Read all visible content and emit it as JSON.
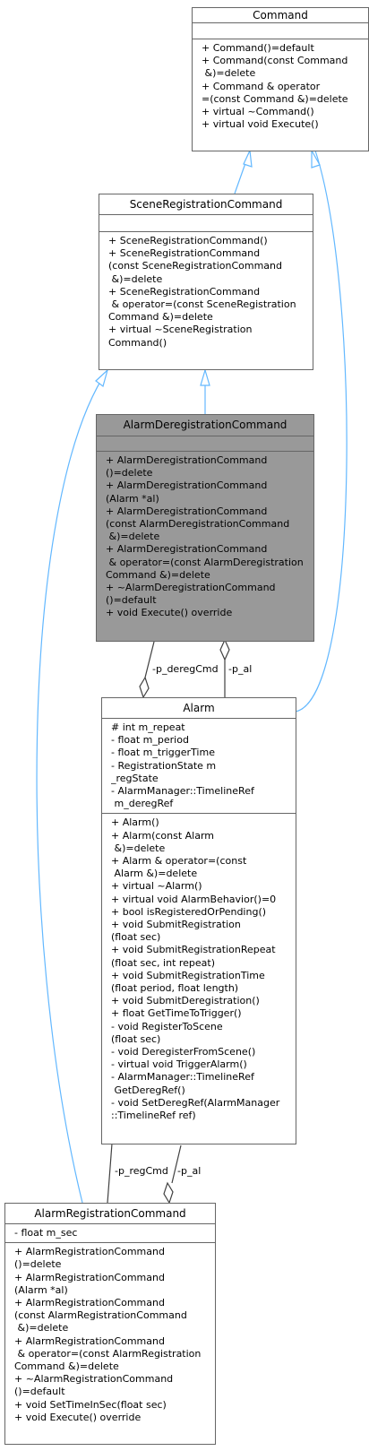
{
  "colors": {
    "box_border": "#666666",
    "box_bg": "#ffffff",
    "focus_bg": "#999999",
    "inheritance_edge": "#63b8ff",
    "association_edge": "#404040"
  },
  "classes": {
    "command": {
      "name": "Command",
      "attributes": [],
      "operations": [
        "+ Command()=default",
        "+ Command(const Command",
        " &)=delete",
        "+ Command & operator",
        "=(const Command &)=delete",
        "+ virtual ~Command()",
        "+ virtual void Execute()"
      ]
    },
    "scene_registration_command": {
      "name": "SceneRegistrationCommand",
      "attributes": [],
      "operations": [
        "+ SceneRegistrationCommand()",
        "+ SceneRegistrationCommand",
        "(const SceneRegistrationCommand",
        " &)=delete",
        "+ SceneRegistrationCommand",
        " & operator=(const SceneRegistration",
        "Command &)=delete",
        "+ virtual ~SceneRegistration",
        "Command()"
      ]
    },
    "alarm_deregistration_command": {
      "name": "AlarmDeregistrationCommand",
      "attributes": [],
      "operations": [
        "+ AlarmDeregistrationCommand",
        "()=delete",
        "+ AlarmDeregistrationCommand",
        "(Alarm *al)",
        "+ AlarmDeregistrationCommand",
        "(const AlarmDeregistrationCommand",
        " &)=delete",
        "+ AlarmDeregistrationCommand",
        " & operator=(const AlarmDeregistration",
        "Command &)=delete",
        "+ ~AlarmDeregistrationCommand",
        "()=default",
        "+ void Execute() override"
      ]
    },
    "alarm": {
      "name": "Alarm",
      "attributes": [
        "# int m_repeat",
        "- float m_period",
        "- float m_triggerTime",
        "- RegistrationState m",
        "_regState",
        "- AlarmManager::TimelineRef",
        " m_deregRef"
      ],
      "operations": [
        "+ Alarm()",
        "+ Alarm(const Alarm",
        " &)=delete",
        "+ Alarm & operator=(const",
        " Alarm &)=delete",
        "+ virtual ~Alarm()",
        "+ virtual void AlarmBehavior()=0",
        "+ bool isRegisteredOrPending()",
        "+ void SubmitRegistration",
        "(float sec)",
        "+ void SubmitRegistrationRepeat",
        "(float sec, int repeat)",
        "+ void SubmitRegistrationTime",
        "(float period, float length)",
        "+ void SubmitDeregistration()",
        "+ float GetTimeToTrigger()",
        "- void RegisterToScene",
        "(float sec)",
        "- void DeregisterFromScene()",
        "- virtual void TriggerAlarm()",
        "- AlarmManager::TimelineRef",
        " GetDeregRef()",
        "- void SetDeregRef(AlarmManager",
        "::TimelineRef ref)"
      ]
    },
    "alarm_registration_command": {
      "name": "AlarmRegistrationCommand",
      "attributes": [
        "- float m_sec"
      ],
      "operations": [
        "+ AlarmRegistrationCommand",
        "()=delete",
        "+ AlarmRegistrationCommand",
        "(Alarm *al)",
        "+ AlarmRegistrationCommand",
        "(const AlarmRegistrationCommand",
        " &)=delete",
        "+ AlarmRegistrationCommand",
        " & operator=(const AlarmRegistration",
        "Command &)=delete",
        "+ ~AlarmRegistrationCommand",
        "()=default",
        "+ void SetTimeInSec(float sec)",
        "+ void Execute() override"
      ]
    }
  },
  "edge_labels": {
    "dereg_cmd": "-p_deregCmd",
    "dereg_al": "-p_al",
    "reg_cmd": "-p_regCmd",
    "reg_al": "-p_al"
  }
}
